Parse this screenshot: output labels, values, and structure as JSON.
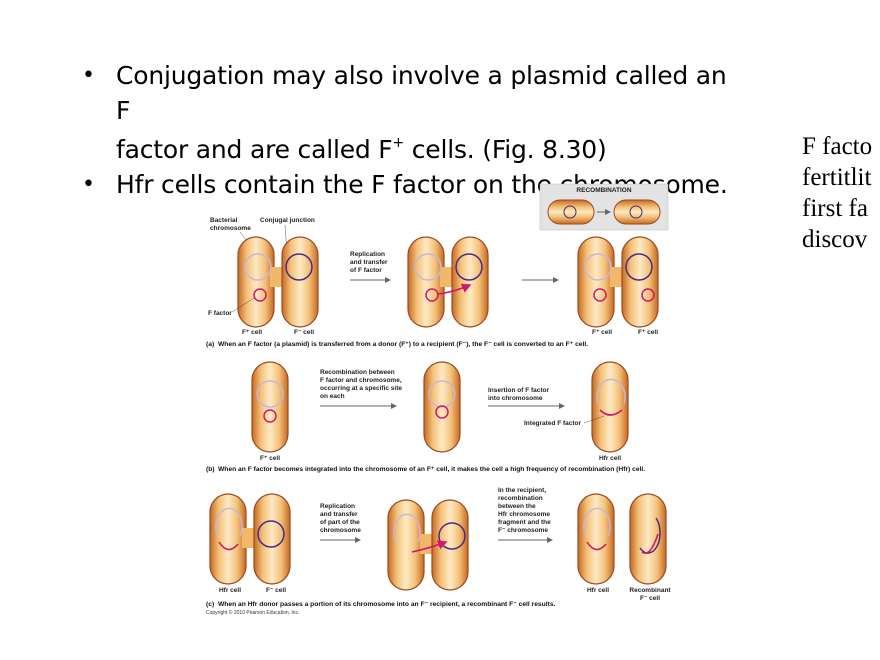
{
  "bullets": {
    "b1_line1": "Conjugation may also involve a plasmid called an F",
    "b1_line2_pre": "factor and are called F",
    "b1_sup": "+",
    "b1_line2_post": " cells. (Fig. 8.30)",
    "b2": "Hfr cells contain the F factor on the chromosome."
  },
  "side_text": {
    "line1": "F facto",
    "line2": "fertitlit",
    "line3": "first fa",
    "line4": "discov"
  },
  "figure": {
    "recombination_box": "RECOMBINATION",
    "panel_a": {
      "bacterial_chromosome_1": "Bacterial",
      "bacterial_chromosome_2": "chromosome",
      "conjugal_junction": "Conjugal junction",
      "replication_1": "Replication",
      "replication_2": "and transfer",
      "replication_3": "of F factor",
      "f_factor": "F factor",
      "cell_f_plus": "F⁺ cell",
      "cell_f_minus": "F⁻ cell",
      "cell_f_plus_2": "F⁺ cell",
      "cell_f_plus_3": "F⁺ cell",
      "caption_letter": "(a)",
      "caption": "When an F factor (a plasmid) is transferred from a donor (F⁺) to a recipient (F⁻), the F⁻ cell is converted to an F⁺ cell."
    },
    "panel_b": {
      "recomb_1": "Recombination between",
      "recomb_2": "F factor and chromosome,",
      "recomb_3": "occurring at a specific site",
      "recomb_4": "on each",
      "insertion_1": "Insertion of F factor",
      "insertion_2": "into chromosome",
      "integrated": "Integrated F factor",
      "cell_f_plus": "F⁺ cell",
      "cell_hfr": "Hfr cell",
      "caption_letter": "(b)",
      "caption": "When an F factor becomes integrated into the chromosome of an F⁺ cell, it makes the cell a high frequency of recombination (Hfr) cell."
    },
    "panel_c": {
      "replication_1": "Replication",
      "replication_2": "and transfer",
      "replication_3": "of part of the",
      "replication_4": "chromosome",
      "recipient_1": "In the recipient,",
      "recipient_2": "recombination",
      "recipient_3": "between the",
      "recipient_4": "Hfr chromosome",
      "recipient_5": "fragment and the",
      "recipient_6": "F⁻ chromosome",
      "cell_hfr": "Hfr cell",
      "cell_f_minus": "F⁻ cell",
      "cell_hfr_2": "Hfr cell",
      "cell_recomb_1": "Recombinant",
      "cell_recomb_2": "F⁻ cell",
      "caption_letter": "(c)",
      "caption": "When an Hfr donor passes a portion of its chromosome into an F⁻ recipient, a recombinant F⁻ cell results.",
      "copyright": "Copyright © 2010 Pearson Education, Inc."
    }
  },
  "colors": {
    "cell_fill": "#e9a04a",
    "cell_light": "#fbe3b5",
    "cell_edge": "#9b4a1f",
    "chromosome_light": "#c9b6d6",
    "chromosome_dark": "#4a2a86",
    "plasmid": "#d0186a",
    "arrow": "#666666"
  }
}
